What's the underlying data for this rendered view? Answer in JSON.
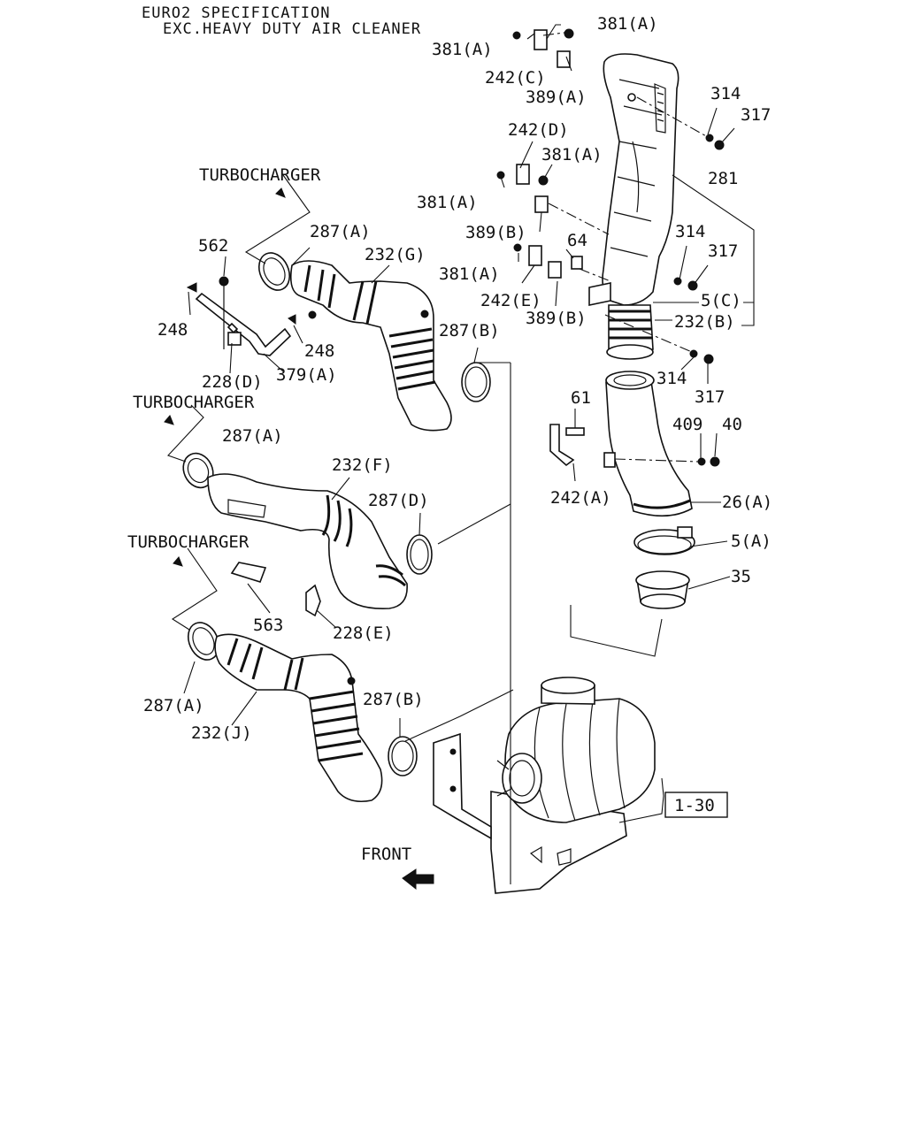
{
  "header": {
    "line1": "EURO2 SPECIFICATION",
    "line2": "EXC.HEAVY DUTY AIR CLEANER"
  },
  "directions": {
    "turbo1": "TURBOCHARGER",
    "turbo2": "TURBOCHARGER",
    "turbo3": "TURBOCHARGER",
    "front": "FRONT"
  },
  "callouts": {
    "p381a_1": "381(A)",
    "p381a_2": "381(A)",
    "p242c": "242(C)",
    "p389a": "389(A)",
    "p314_1": "314",
    "p317_1": "317",
    "p242d": "242(D)",
    "p381a_3": "381(A)",
    "p381a_4": "381(A)",
    "p281": "281",
    "p389b_1": "389(B)",
    "p64": "64",
    "p314_2": "314",
    "p317_2": "317",
    "p381a_5": "381(A)",
    "p242e": "242(E)",
    "p5c": "5(C)",
    "p389b_2": "389(B)",
    "p232b": "232(B)",
    "p314_3": "314",
    "p317_3": "317",
    "p562": "562",
    "p287a_1": "287(A)",
    "p232g": "232(G)",
    "p248_1": "248",
    "p248_2": "248",
    "p287b_1": "287(B)",
    "p228d": "228(D)",
    "p379a": "379(A)",
    "p61": "61",
    "p409": "409",
    "p40": "40",
    "p287a_2": "287(A)",
    "p232f": "232(F)",
    "p242a": "242(A)",
    "p26a": "26(A)",
    "p287d": "287(D)",
    "p5a": "5(A)",
    "p35": "35",
    "p563": "563",
    "p228e": "228(E)",
    "p287a_3": "287(A)",
    "p287b_2": "287(B)",
    "p232j": "232(J)",
    "p1_30": "1-30"
  }
}
